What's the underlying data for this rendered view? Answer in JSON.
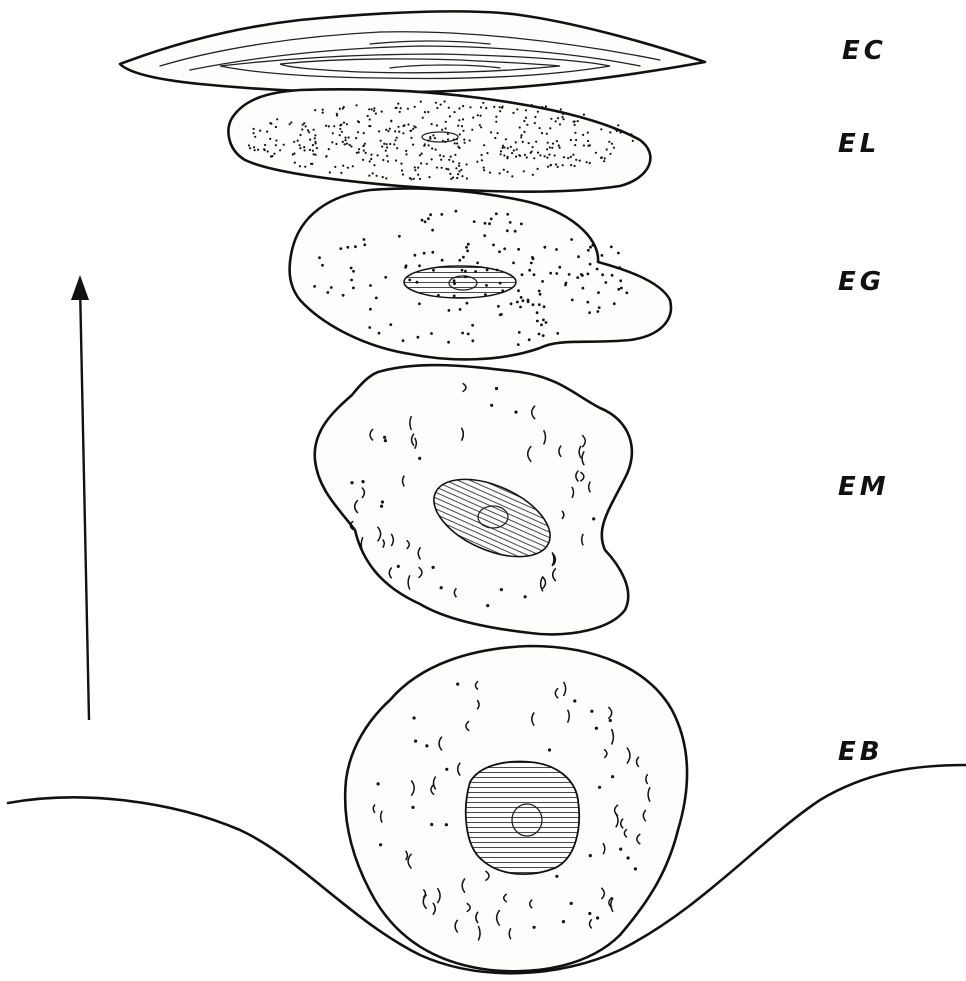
{
  "labels": {
    "ec": "EC",
    "el": "EL",
    "eg": "EG",
    "em": "EM",
    "eb": "EB"
  },
  "colors": {
    "ink": "#111111",
    "paper": "#ffffff"
  },
  "icons": {
    "direction": "up-arrow-icon"
  }
}
